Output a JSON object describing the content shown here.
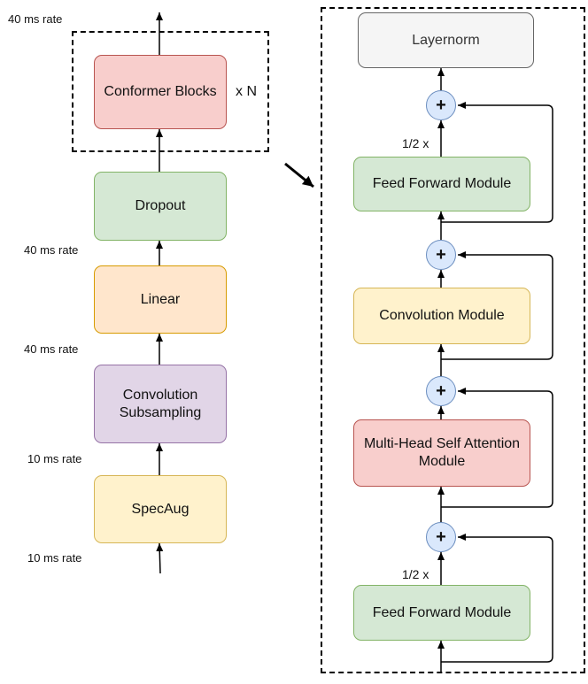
{
  "left": {
    "rates": {
      "top": "40 ms rate",
      "after_dropout": "40 ms rate",
      "after_linear": "40 ms rate",
      "after_subsampling": "10 ms rate",
      "input": "10 ms rate"
    },
    "blocks": {
      "conformer": "Conformer Blocks",
      "repeat": "x N",
      "dropout": "Dropout",
      "linear": "Linear",
      "conv_subsampling": "Convolution\nSubsampling",
      "specaug": "SpecAug"
    }
  },
  "right": {
    "layernorm": "Layernorm",
    "ffn_top": "Feed Forward Module",
    "convolution": "Convolution Module",
    "mhsa": "Multi-Head Self Attention\nModule",
    "ffn_bottom": "Feed Forward Module",
    "half_top": "1/2 x",
    "half_bottom": "1/2 x",
    "sum_symbol": "+"
  },
  "colors": {
    "red_fill": "#f8cecc",
    "red_stroke": "#b85450",
    "green_fill": "#d5e8d4",
    "green_stroke": "#82b366",
    "orange_fill": "#ffe6cc",
    "orange_stroke": "#d79b00",
    "purple_fill": "#e1d5e7",
    "purple_stroke": "#9673a6",
    "yellow_fill": "#fff2cc",
    "yellow_stroke": "#d6b656",
    "grey_fill": "#f5f5f5",
    "grey_stroke": "#666666",
    "sum_fill": "#dae8fc",
    "sum_stroke": "#6c8ebf"
  }
}
